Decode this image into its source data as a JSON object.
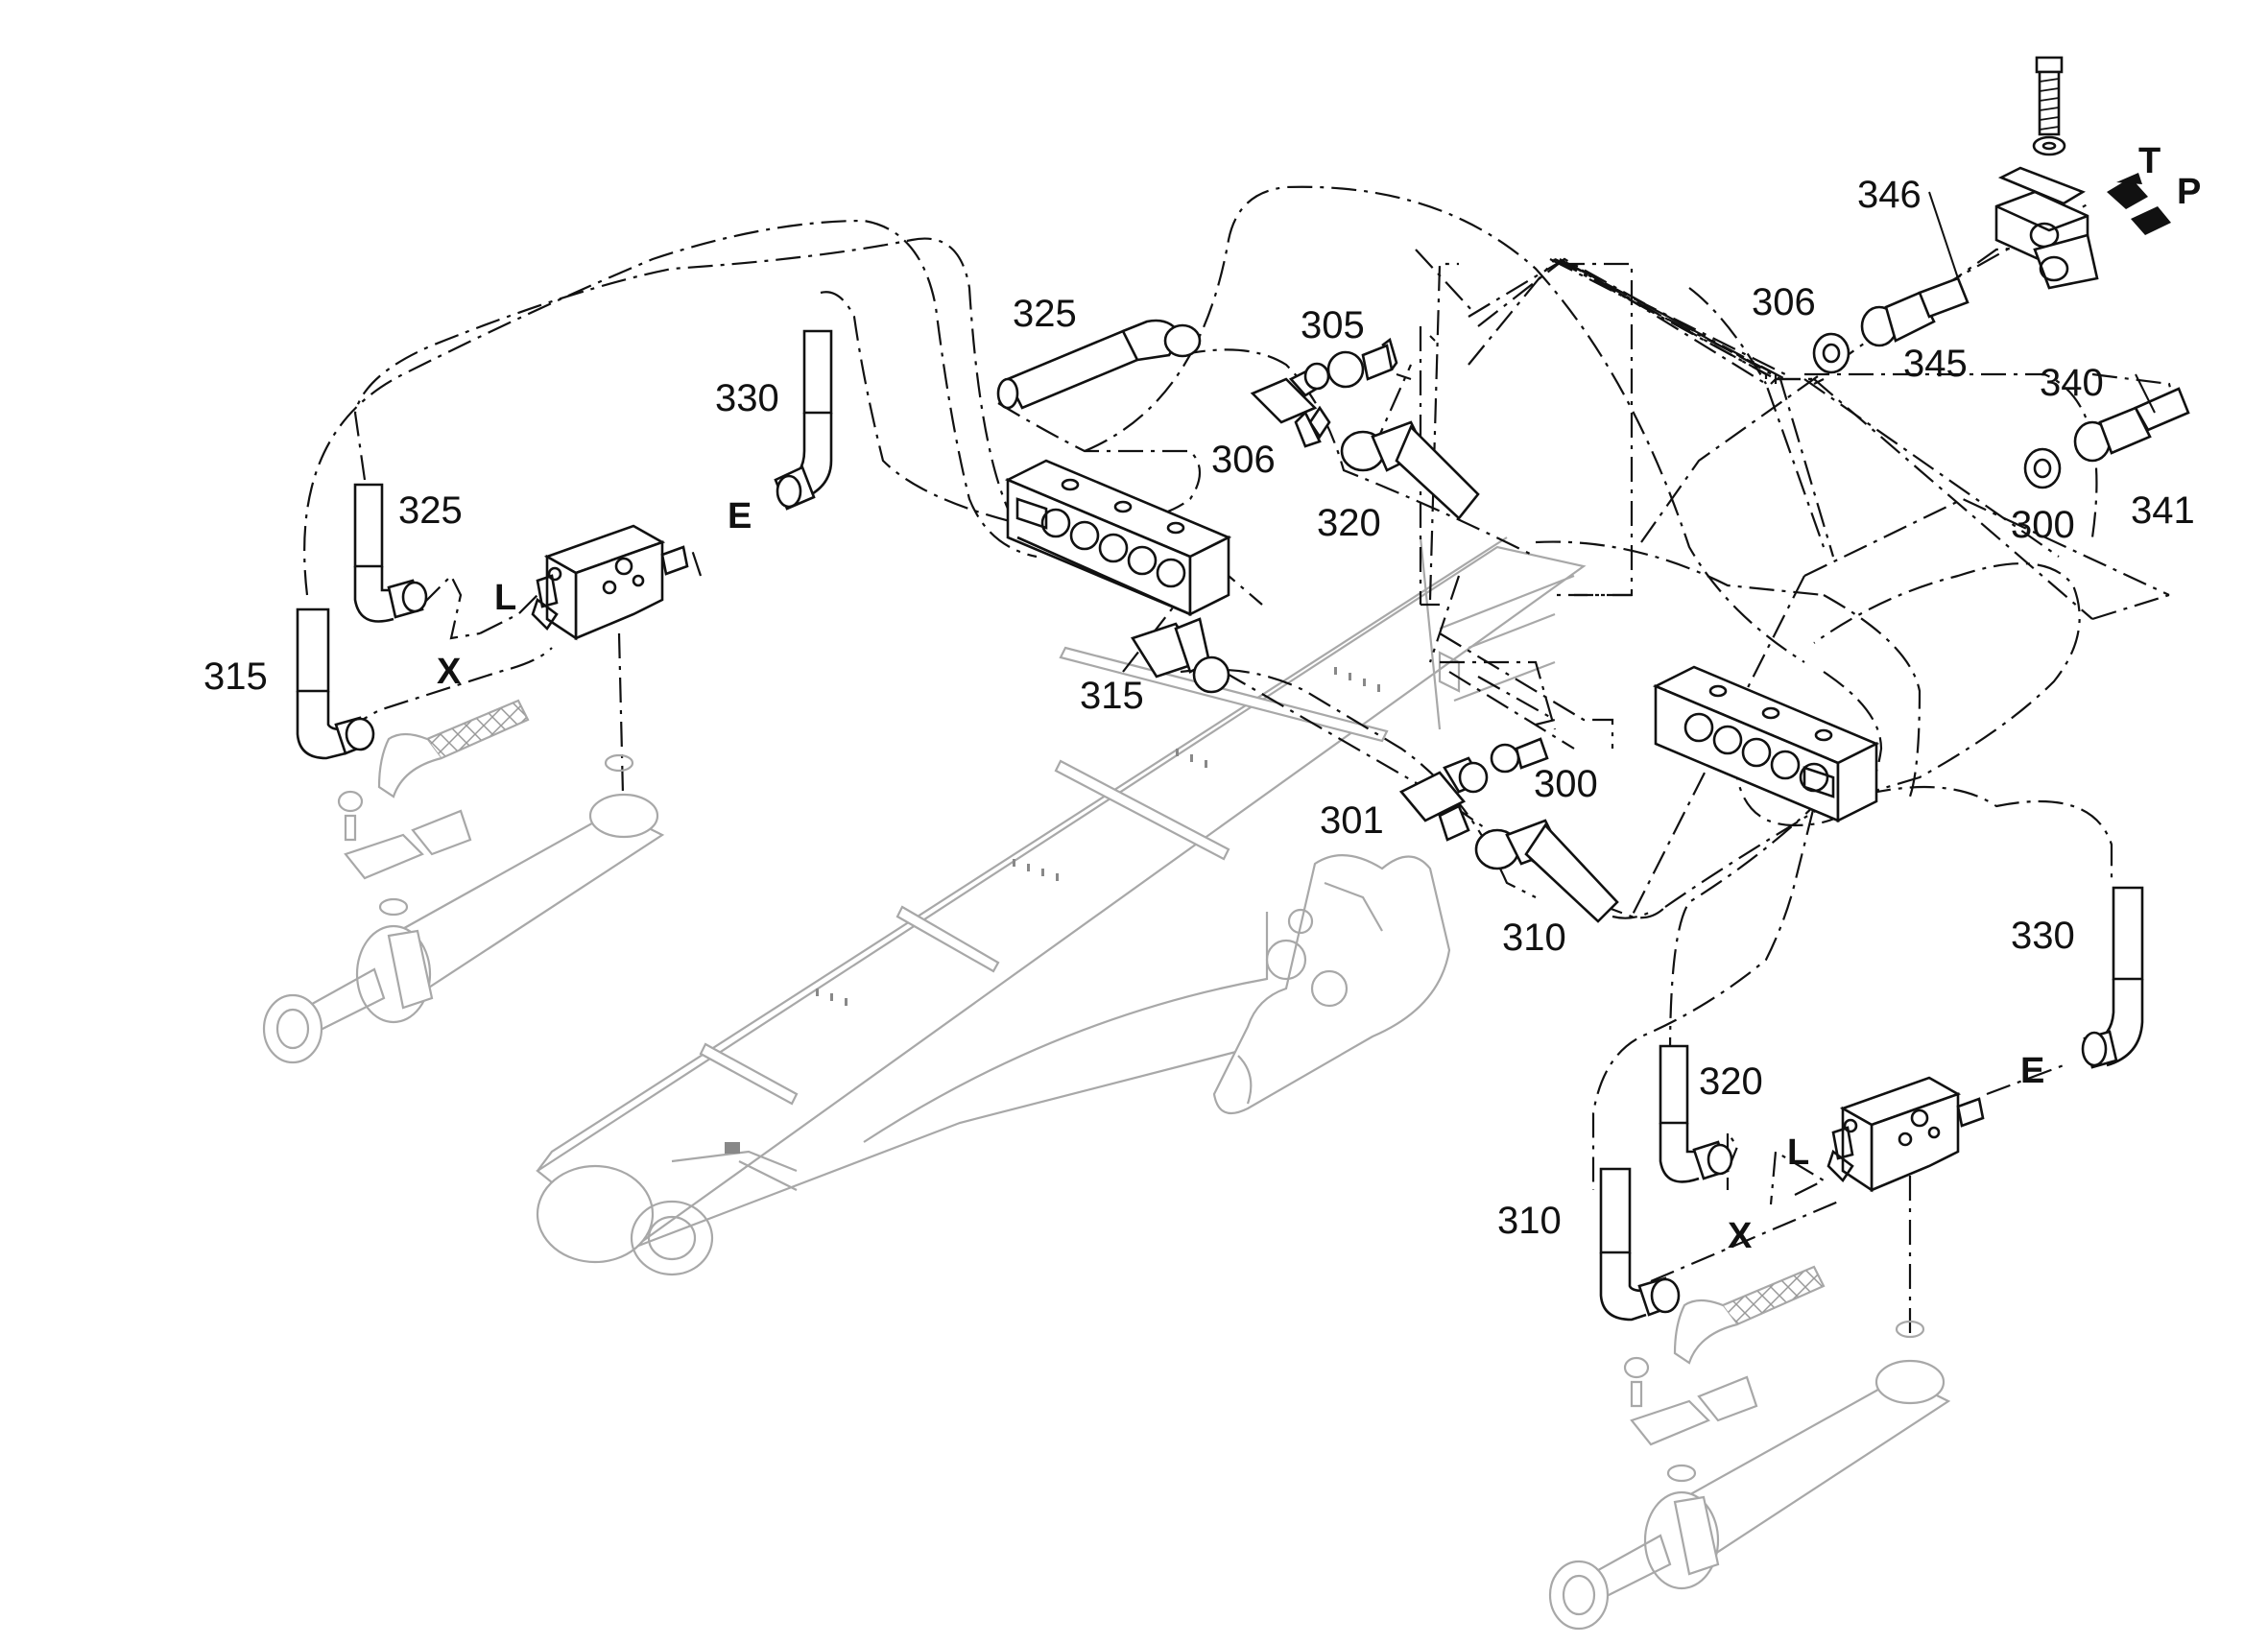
{
  "diagram": {
    "part_labels": [
      "325",
      "305",
      "306",
      "320",
      "330",
      "325",
      "315",
      "315",
      "300",
      "301",
      "310",
      "306",
      "346",
      "345",
      "340",
      "341",
      "300",
      "330",
      "320",
      "310"
    ],
    "port_labels": [
      "E",
      "L",
      "X",
      "E",
      "L",
      "X",
      "T",
      "P"
    ]
  }
}
